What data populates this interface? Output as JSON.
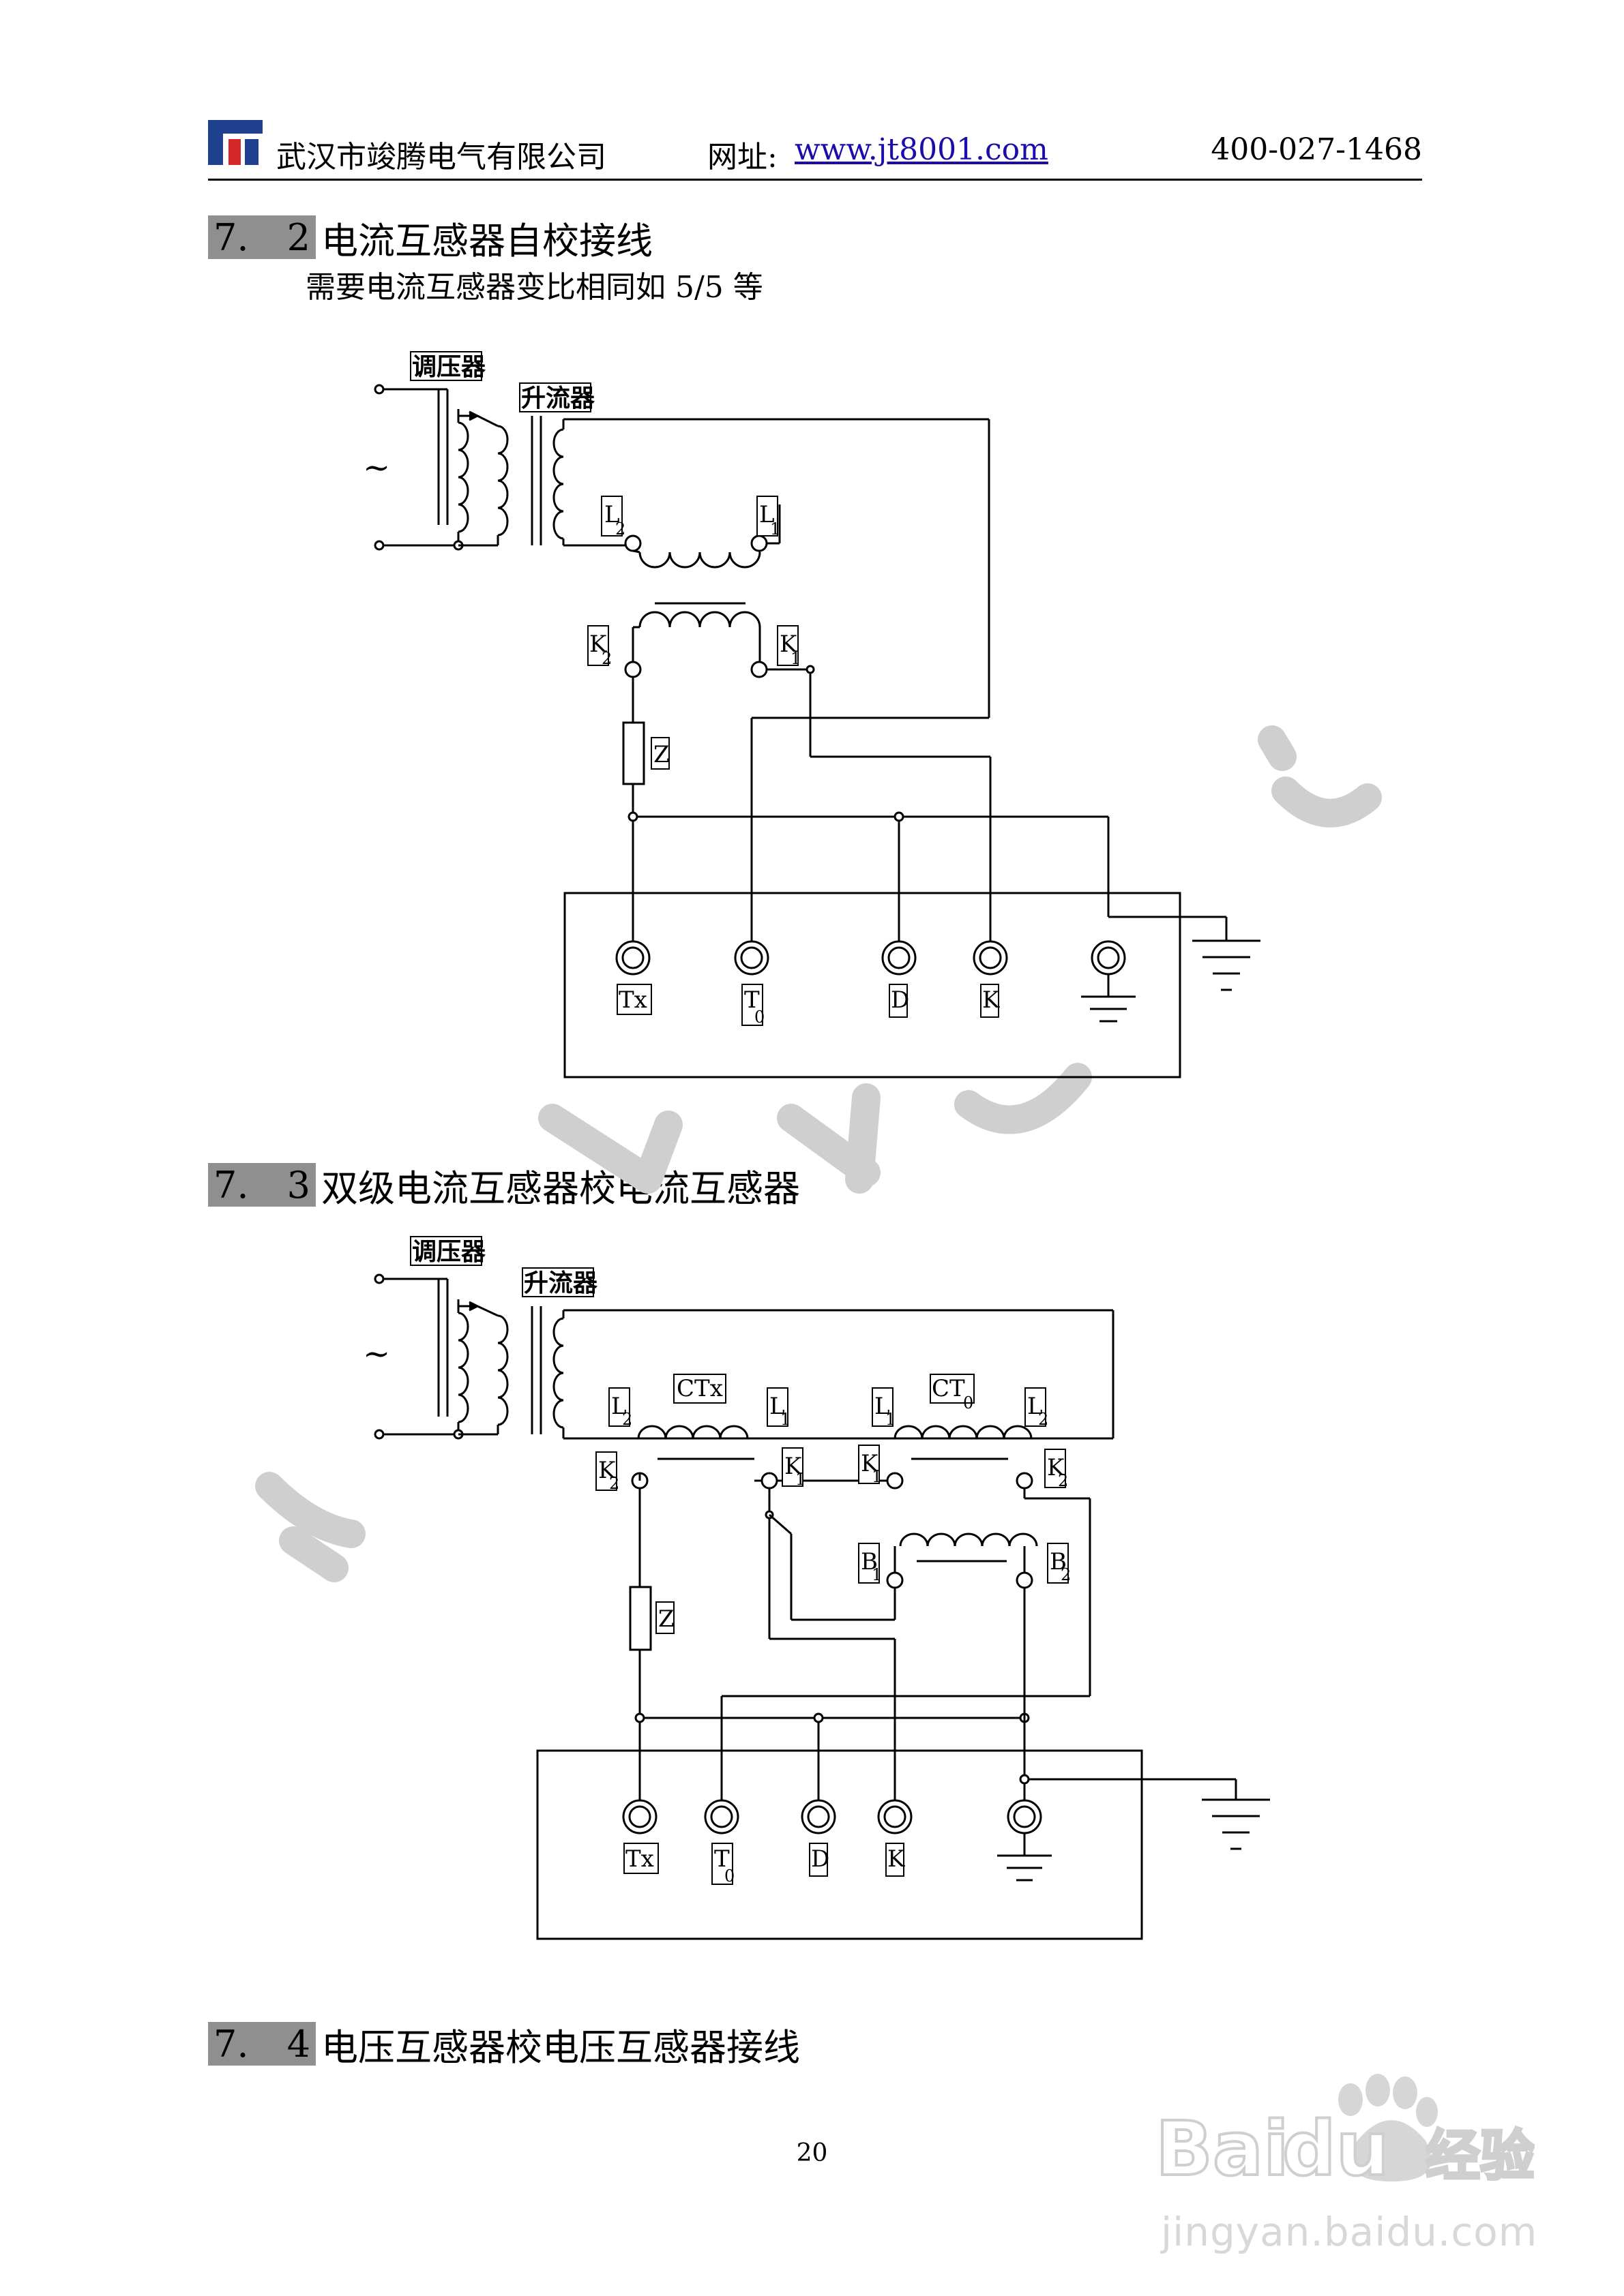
{
  "header": {
    "company": "武汉市竣腾电气有限公司",
    "website_label": "网址:",
    "website_url": "www.jt8001.com",
    "phone": "400-027-1468"
  },
  "sections": [
    {
      "num_a": "7.",
      "num_b": "2",
      "title": "电流互感器自校接线",
      "note": "需要电流互感器变比相同如 5/5 等"
    },
    {
      "num_a": "7.",
      "num_b": "3",
      "title": "双级电流互感器校电流互感器"
    },
    {
      "num_a": "7.",
      "num_b": "4",
      "title": "电压互感器校电压互感器接线"
    }
  ],
  "diagram1": {
    "regulator": "调压器",
    "upflow": "升流器",
    "ac": "~",
    "L2": "L",
    "L2_sub": "2",
    "L1": "L",
    "L1_sub": "1",
    "K2": "K",
    "K2_sub": "2",
    "K1": "K",
    "K1_sub": "1",
    "Z": "Z",
    "terminals": [
      "Tx",
      "T",
      "D",
      "K"
    ],
    "t0_sub": "0"
  },
  "diagram2": {
    "regulator": "调压器",
    "upflow": "升流器",
    "ac": "~",
    "ctx": "CTx",
    "ct0": "CT",
    "ct0_sub": "0",
    "L2": "L",
    "L2_sub": "2",
    "L1": "L",
    "L1_sub": "1",
    "K2": "K",
    "K2_sub": "2",
    "K1": "K",
    "K1_sub": "1",
    "B1": "B",
    "B1_sub": "1",
    "B2": "B",
    "B2_sub": "2",
    "Z": "Z",
    "terminals": [
      "Tx",
      "T",
      "D",
      "K"
    ],
    "t0_sub": "0"
  },
  "page_number": "20",
  "watermark": {
    "brand": "Bai",
    "brand2": "du",
    "cn": "经验",
    "site": "jingyan.baidu.com"
  },
  "colors": {
    "accent_blue": "#1f3f8f",
    "section_gray": "#8f8f8f",
    "watermark": "#d6d6d6"
  }
}
